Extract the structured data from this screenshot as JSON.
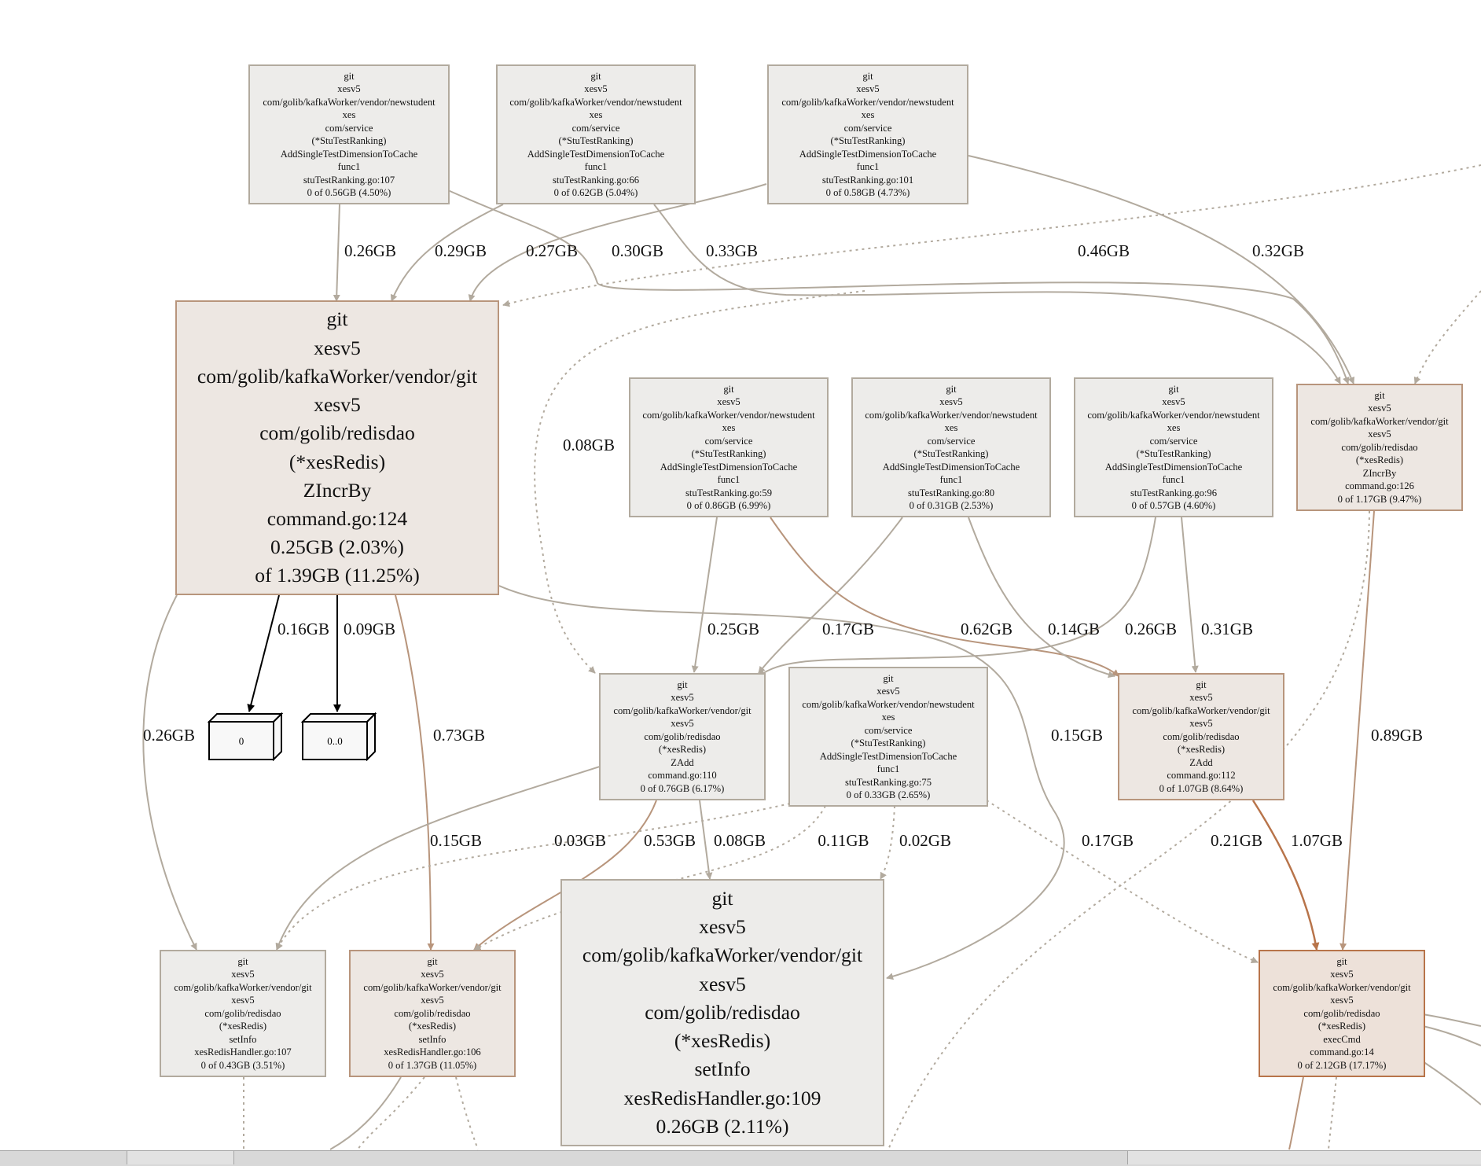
{
  "nodes": [
    {
      "id": "n-top-107",
      "lines": [
        "git",
        "xesv5",
        "com/golib/kafkaWorker/vendor/newstudent",
        "xes",
        "com/service",
        "(*StuTestRanking)",
        "AddSingleTestDimensionToCache",
        "func1",
        "stuTestRanking.go:107",
        "0 of 0.56GB (4.50%)"
      ]
    },
    {
      "id": "n-top-66",
      "lines": [
        "git",
        "xesv5",
        "com/golib/kafkaWorker/vendor/newstudent",
        "xes",
        "com/service",
        "(*StuTestRanking)",
        "AddSingleTestDimensionToCache",
        "func1",
        "stuTestRanking.go:66",
        "0 of 0.62GB (5.04%)"
      ]
    },
    {
      "id": "n-top-101",
      "lines": [
        "git",
        "xesv5",
        "com/golib/kafkaWorker/vendor/newstudent",
        "xes",
        "com/service",
        "(*StuTestRanking)",
        "AddSingleTestDimensionToCache",
        "func1",
        "stuTestRanking.go:101",
        "0 of 0.58GB (4.73%)"
      ]
    },
    {
      "id": "n-zincrby-124",
      "lines": [
        "git",
        "xesv5",
        "com/golib/kafkaWorker/vendor/git",
        "xesv5",
        "com/golib/redisdao",
        "(*xesRedis)",
        "ZIncrBy",
        "command.go:124",
        "0.25GB (2.03%)",
        "of 1.39GB (11.25%)"
      ]
    },
    {
      "id": "n-mid-59",
      "lines": [
        "git",
        "xesv5",
        "com/golib/kafkaWorker/vendor/newstudent",
        "xes",
        "com/service",
        "(*StuTestRanking)",
        "AddSingleTestDimensionToCache",
        "func1",
        "stuTestRanking.go:59",
        "0 of 0.86GB (6.99%)"
      ]
    },
    {
      "id": "n-mid-80",
      "lines": [
        "git",
        "xesv5",
        "com/golib/kafkaWorker/vendor/newstudent",
        "xes",
        "com/service",
        "(*StuTestRanking)",
        "AddSingleTestDimensionToCache",
        "func1",
        "stuTestRanking.go:80",
        "0 of 0.31GB (2.53%)"
      ]
    },
    {
      "id": "n-mid-96",
      "lines": [
        "git",
        "xesv5",
        "com/golib/kafkaWorker/vendor/newstudent",
        "xes",
        "com/service",
        "(*StuTestRanking)",
        "AddSingleTestDimensionToCache",
        "func1",
        "stuTestRanking.go:96",
        "0 of 0.57GB (4.60%)"
      ]
    },
    {
      "id": "n-zincrby-126",
      "lines": [
        "git",
        "xesv5",
        "com/golib/kafkaWorker/vendor/git",
        "xesv5",
        "com/golib/redisdao",
        "(*xesRedis)",
        "ZIncrBy",
        "command.go:126",
        "0 of 1.17GB (9.47%)"
      ]
    },
    {
      "id": "n-zadd-110",
      "lines": [
        "git",
        "xesv5",
        "com/golib/kafkaWorker/vendor/git",
        "xesv5",
        "com/golib/redisdao",
        "(*xesRedis)",
        "ZAdd",
        "command.go:110",
        "0 of 0.76GB (6.17%)"
      ]
    },
    {
      "id": "n-mid-75",
      "lines": [
        "git",
        "xesv5",
        "com/golib/kafkaWorker/vendor/newstudent",
        "xes",
        "com/service",
        "(*StuTestRanking)",
        "AddSingleTestDimensionToCache",
        "func1",
        "stuTestRanking.go:75",
        "0 of 0.33GB (2.65%)"
      ]
    },
    {
      "id": "n-zadd-112",
      "lines": [
        "git",
        "xesv5",
        "com/golib/kafkaWorker/vendor/git",
        "xesv5",
        "com/golib/redisdao",
        "(*xesRedis)",
        "ZAdd",
        "command.go:112",
        "0 of 1.07GB (8.64%)"
      ]
    },
    {
      "id": "n-setinfo-107",
      "lines": [
        "git",
        "xesv5",
        "com/golib/kafkaWorker/vendor/git",
        "xesv5",
        "com/golib/redisdao",
        "(*xesRedis)",
        "setInfo",
        "xesRedisHandler.go:107",
        "0 of 0.43GB (3.51%)"
      ]
    },
    {
      "id": "n-setinfo-106",
      "lines": [
        "git",
        "xesv5",
        "com/golib/kafkaWorker/vendor/git",
        "xesv5",
        "com/golib/redisdao",
        "(*xesRedis)",
        "setInfo",
        "xesRedisHandler.go:106",
        "0 of 1.37GB (11.05%)"
      ]
    },
    {
      "id": "n-setinfo-109",
      "lines": [
        "git",
        "xesv5",
        "com/golib/kafkaWorker/vendor/git",
        "xesv5",
        "com/golib/redisdao",
        "(*xesRedis)",
        "setInfo",
        "xesRedisHandler.go:109",
        "0.26GB (2.11%)"
      ]
    },
    {
      "id": "n-execcmd-14",
      "lines": [
        "git",
        "xesv5",
        "com/golib/kafkaWorker/vendor/git",
        "xesv5",
        "com/golib/redisdao",
        "(*xesRedis)",
        "execCmd",
        "command.go:14",
        "0 of 2.12GB (17.17%)"
      ]
    }
  ],
  "leaf_boxes": [
    {
      "id": "leaf-0",
      "label": "0"
    },
    {
      "id": "leaf-00",
      "label": "0..0"
    }
  ],
  "edge_labels": [
    {
      "id": "e1",
      "text": "0.26GB"
    },
    {
      "id": "e2",
      "text": "0.29GB"
    },
    {
      "id": "e3",
      "text": "0.27GB"
    },
    {
      "id": "e4",
      "text": "0.30GB"
    },
    {
      "id": "e5",
      "text": "0.33GB"
    },
    {
      "id": "e6",
      "text": "0.46GB"
    },
    {
      "id": "e7",
      "text": "0.32GB"
    },
    {
      "id": "e8",
      "text": "0.08GB"
    },
    {
      "id": "e9",
      "text": "0.16GB"
    },
    {
      "id": "e10",
      "text": "0.09GB"
    },
    {
      "id": "e11",
      "text": "0.25GB"
    },
    {
      "id": "e12",
      "text": "0.17GB"
    },
    {
      "id": "e13",
      "text": "0.62GB"
    },
    {
      "id": "e14",
      "text": "0.14GB"
    },
    {
      "id": "e15",
      "text": "0.26GB"
    },
    {
      "id": "e16",
      "text": "0.31GB"
    },
    {
      "id": "e17",
      "text": "0.26GB"
    },
    {
      "id": "e18",
      "text": "0.73GB"
    },
    {
      "id": "e19",
      "text": "0.15GB"
    },
    {
      "id": "e20",
      "text": "0.89GB"
    },
    {
      "id": "e21",
      "text": "0.15GB"
    },
    {
      "id": "e22",
      "text": "0.03GB"
    },
    {
      "id": "e23",
      "text": "0.53GB"
    },
    {
      "id": "e24",
      "text": "0.08GB"
    },
    {
      "id": "e25",
      "text": "0.11GB"
    },
    {
      "id": "e26",
      "text": "0.02GB"
    },
    {
      "id": "e27",
      "text": "0.17GB"
    },
    {
      "id": "e28",
      "text": "0.21GB"
    },
    {
      "id": "e29",
      "text": "1.07GB"
    }
  ],
  "colors": {
    "edge_gray": "#b2aa9e",
    "edge_warm": "#b8957c",
    "edge_orange": "#b8744a",
    "edge_black": "#000000"
  }
}
